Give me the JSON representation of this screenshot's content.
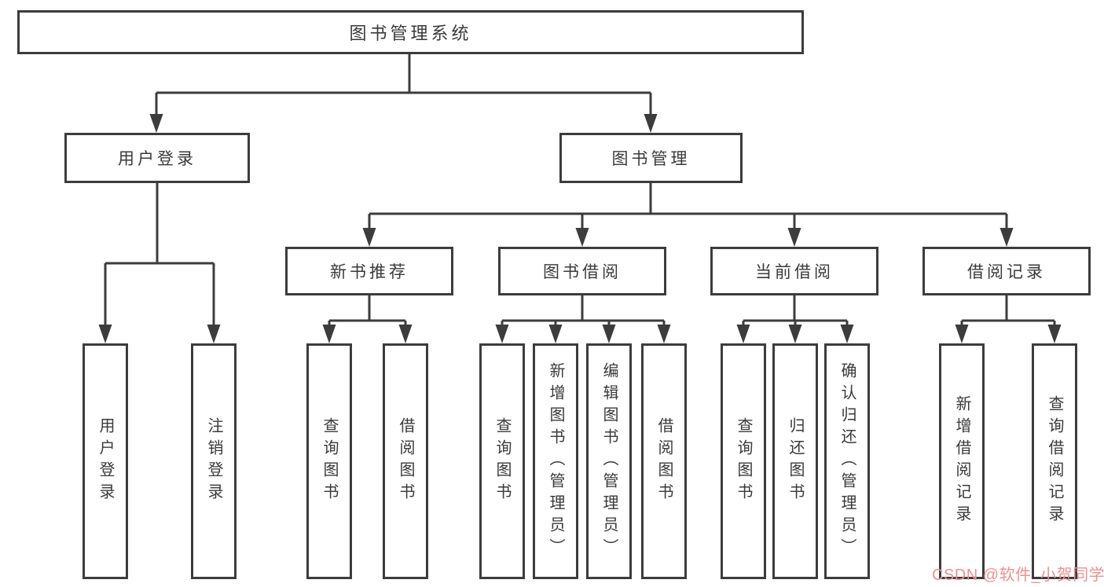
{
  "diagram": {
    "root": {
      "label": "图书管理系统"
    },
    "branches": [
      {
        "label": "用户登录",
        "leaves": [
          "用户登录",
          "注销登录"
        ]
      },
      {
        "label": "图书管理",
        "sections": [
          {
            "label": "新书推荐",
            "leaves": [
              "查询图书",
              "借阅图书"
            ]
          },
          {
            "label": "图书借阅",
            "leaves": [
              "查询图书",
              "新增图书（管理员）",
              "编辑图书（管理员）",
              "借阅图书"
            ]
          },
          {
            "label": "当前借阅",
            "leaves": [
              "查询图书",
              "归还图书",
              "确认归还（管理员）"
            ]
          },
          {
            "label": "借阅记录",
            "leaves": [
              "新增借阅记录",
              "查询借阅记录"
            ]
          }
        ]
      }
    ]
  },
  "watermark": {
    "text": "CSDN @软件_小贺同学",
    "color": "#f09090"
  },
  "colors": {
    "background": "#ffffff",
    "line": "#3c3c3c",
    "text": "#3a3a3a"
  }
}
